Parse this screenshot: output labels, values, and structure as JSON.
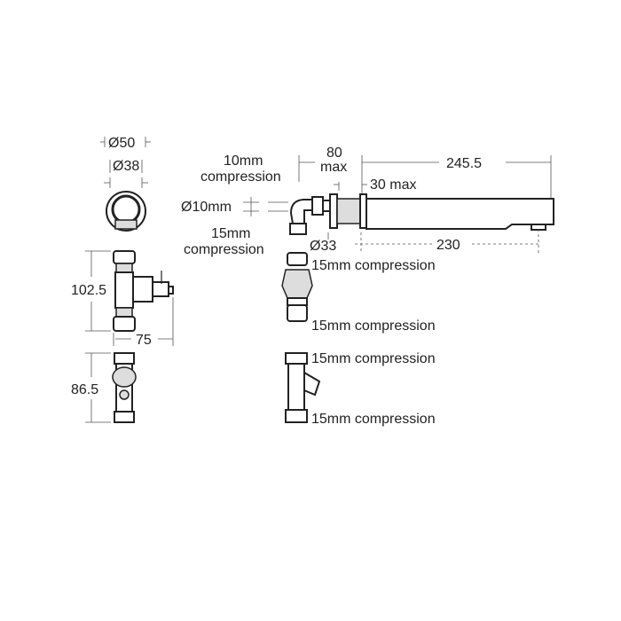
{
  "labels": {
    "d50": "Ø50",
    "d38": "Ø38",
    "h102": "102.5",
    "w75": "75",
    "h86": "86.5",
    "comp10_a": "10mm",
    "comp10_b": "compression",
    "d10": "Ø10mm",
    "comp15_a": "15mm",
    "comp15_b": "compression",
    "max80_a": "80",
    "max80_b": "max",
    "len245": "245.5",
    "max30": "30 max",
    "d33": "Ø33",
    "len230": "230",
    "valve1_top": "15mm compression",
    "valve1_bottom": "15mm compression",
    "valve2_top": "15mm compression",
    "valve2_bottom": "15mm compression"
  }
}
